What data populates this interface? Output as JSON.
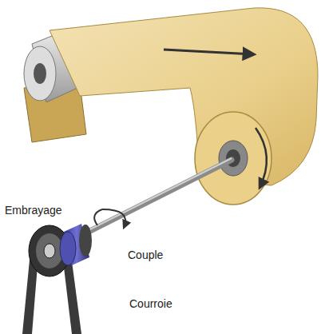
{
  "diagram": {
    "labels": [
      "Embrayage",
      "Couple",
      "Courroie"
    ]
  }
}
